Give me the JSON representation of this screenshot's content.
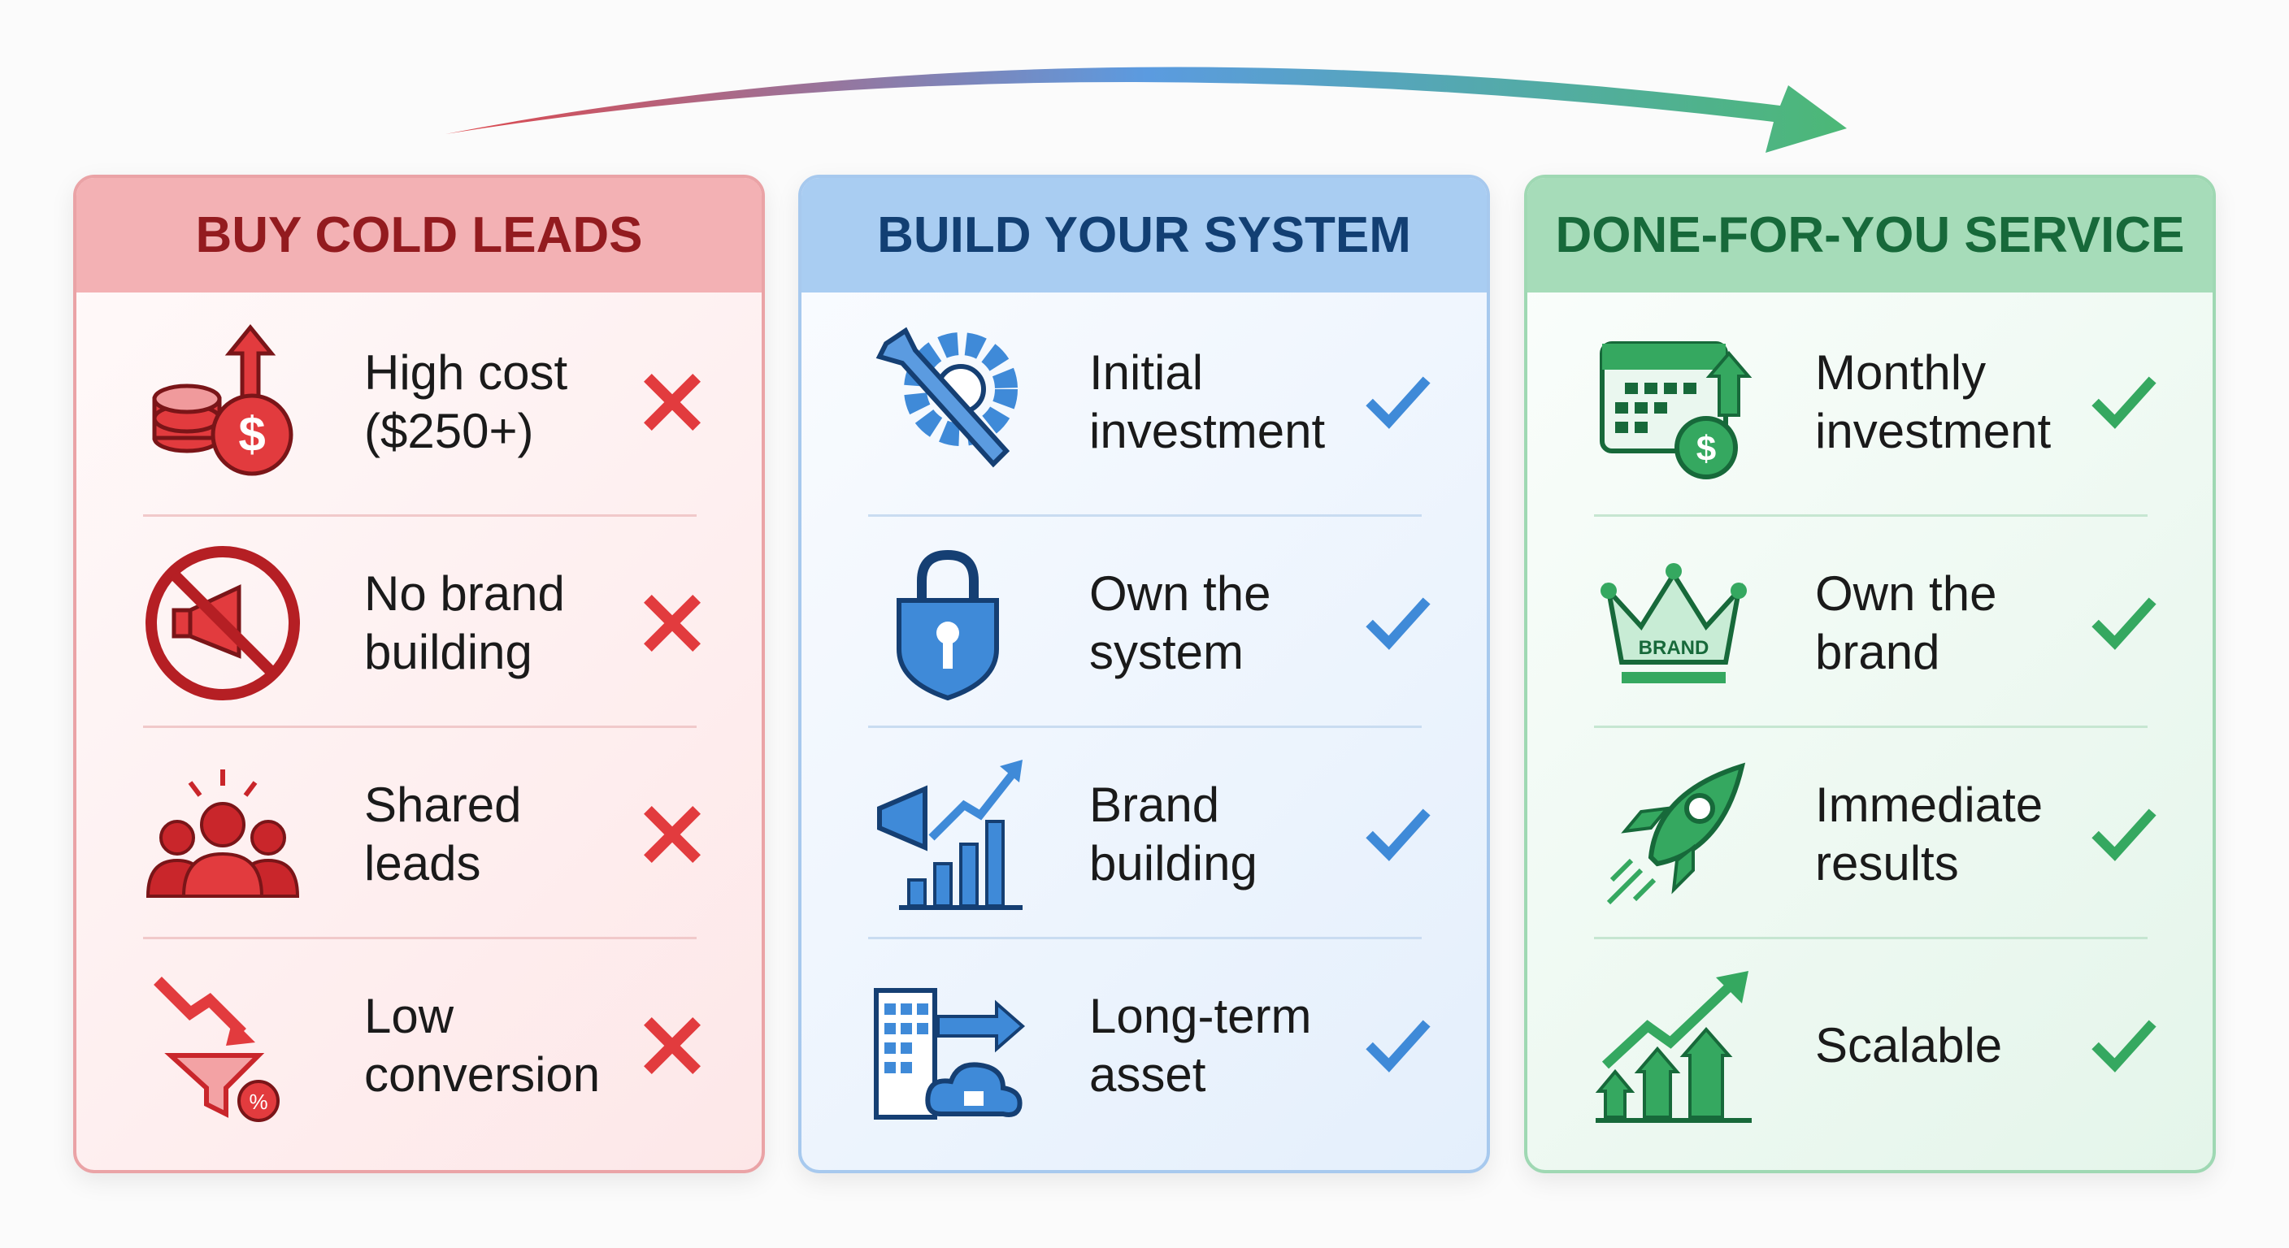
{
  "colors": {
    "red": "#e23b3e",
    "blue": "#3f8ad8",
    "green": "#35a860"
  },
  "columns": [
    {
      "title": "BUY COLD LEADS",
      "mark": "x-icon",
      "items": [
        {
          "label": "High cost\n($250+)",
          "icon": "coins-dollar-up-icon"
        },
        {
          "label": "No brand\nbuilding",
          "icon": "no-megaphone-icon"
        },
        {
          "label": "Shared\nleads",
          "icon": "shared-people-icon"
        },
        {
          "label": "Low\nconversion",
          "icon": "funnel-down-icon"
        }
      ]
    },
    {
      "title": "BUILD YOUR SYSTEM",
      "mark": "check-icon",
      "items": [
        {
          "label": "Initial\ninvestment",
          "icon": "wrench-gear-icon"
        },
        {
          "label": "Own the\nsystem",
          "icon": "lock-shield-icon"
        },
        {
          "label": "Brand\nbuilding",
          "icon": "megaphone-chart-icon"
        },
        {
          "label": "Long-term\nasset",
          "icon": "building-cloud-icon"
        }
      ]
    },
    {
      "title": "DONE-FOR-YOU SERVICE",
      "mark": "check-icon",
      "items": [
        {
          "label": "Monthly\ninvestment",
          "icon": "calendar-dollar-icon"
        },
        {
          "label": "Own the\nbrand",
          "icon": "brand-crown-icon",
          "icon_text": "BRAND"
        },
        {
          "label": "Immediate\nresults",
          "icon": "rocket-icon"
        },
        {
          "label": "Scalable",
          "icon": "growth-chart-icon"
        }
      ]
    }
  ]
}
